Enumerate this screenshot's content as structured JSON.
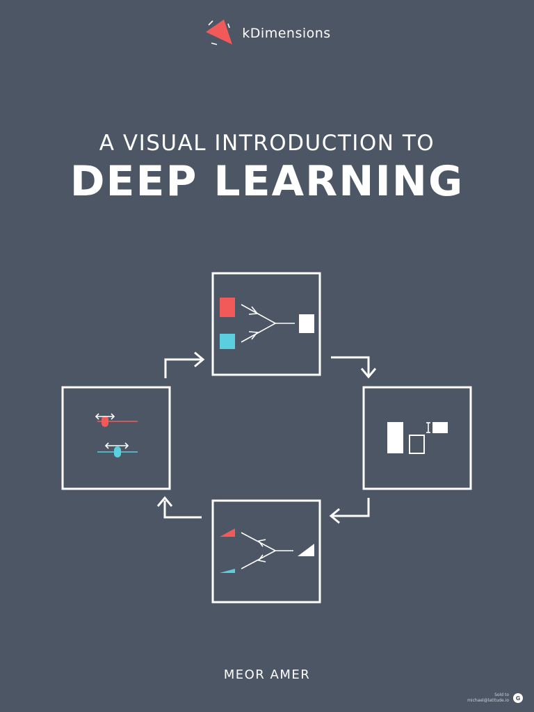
{
  "brand": {
    "name": "kDimensions",
    "logo_color": "#f25a5a",
    "logo_icon": "triangle-logo-icon"
  },
  "cover": {
    "subtitle": "A VISUAL INTRODUCTION TO",
    "title": "DEEP LEARNING",
    "author": "MEOR AMER"
  },
  "diagram": {
    "accent_red": "#f25a5a",
    "accent_cyan": "#5bcfe0",
    "stroke": "#ffffff",
    "panels": [
      "forward-pass-panel",
      "compare-panel",
      "backward-pass-panel",
      "adjust-weights-panel"
    ]
  },
  "footer": {
    "sold_label": "Sold to",
    "sold_email": "michael@latitude.io",
    "sold_logo": "G"
  }
}
